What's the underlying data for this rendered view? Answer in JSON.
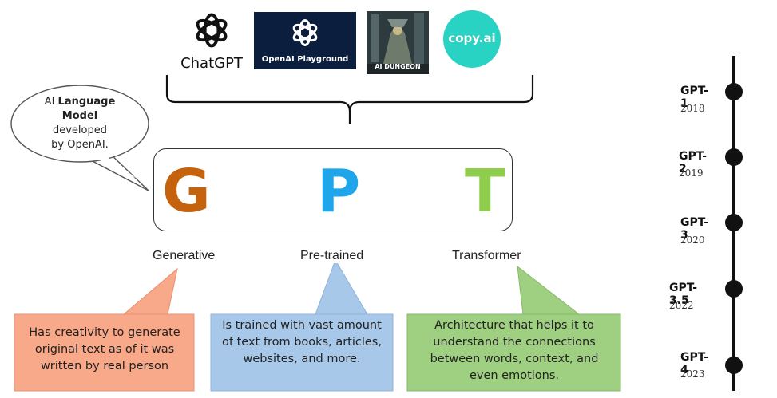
{
  "logos": {
    "chatgpt": "ChatGPT",
    "playground": "OpenAI Playground",
    "dungeon": "AI DUNGEON",
    "copyai": "copy.ai"
  },
  "speech": {
    "prefix": "AI ",
    "bold": "Language Model",
    "rest": "developed by OpenAI."
  },
  "gpt": {
    "letters": [
      {
        "char": "G",
        "color": "#c4620e",
        "word": "Generative"
      },
      {
        "char": "P",
        "color": "#1fa5ea",
        "word": "Pre-trained"
      },
      {
        "char": "T",
        "color": "#8fce4c",
        "word": "Transformer"
      }
    ]
  },
  "callouts": [
    {
      "text": "Has creativity to generate original text as of it was written by real person",
      "fill": "#f7a98a"
    },
    {
      "text": "Is trained with vast amount of text from books, articles, websites, and more.",
      "fill": "#a8c8ea"
    },
    {
      "text": "Architecture that helps it to understand the connections between words, context, and even emotions.",
      "fill": "#9fcf80"
    }
  ],
  "timeline": [
    {
      "label": "GPT-1",
      "year": "2018"
    },
    {
      "label": "GPT-2",
      "year": "2019"
    },
    {
      "label": "GPT-3",
      "year": "2020"
    },
    {
      "label": "GPT-3.5",
      "year": "2022"
    },
    {
      "label": "GPT-4",
      "year": "2023"
    }
  ]
}
